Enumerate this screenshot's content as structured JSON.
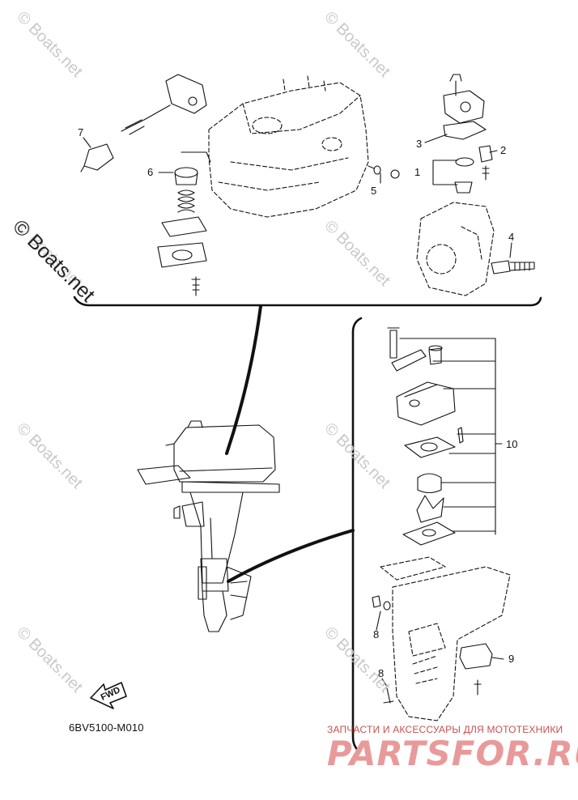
{
  "watermarks": [
    "© Boats.net",
    "© Boats.net",
    "© Boats.net",
    "© Boats.net",
    "© Boats.net",
    "© Boats.net",
    "© Boats.net",
    "© Boats.net"
  ],
  "watermark_main": "© Boats.net",
  "callouts": {
    "c1": "1",
    "c2": "2",
    "c3": "3",
    "c4": "4",
    "c5": "5",
    "c6": "6",
    "c7": "7",
    "c8a": "8",
    "c8b": "8",
    "c9": "9",
    "c10": "10"
  },
  "direction_label": "FWD",
  "diagram_code": "6BV5100-M010",
  "promo": {
    "tagline": "ЗАПЧАСТИ И АКСЕССУАРЫ ДЛЯ МОТОТЕХНИКИ",
    "logo": "PARTSFOR.RU"
  },
  "colors": {
    "line": "#111111",
    "watermark": "#c9c9c9",
    "promo_red": "#c65050"
  }
}
